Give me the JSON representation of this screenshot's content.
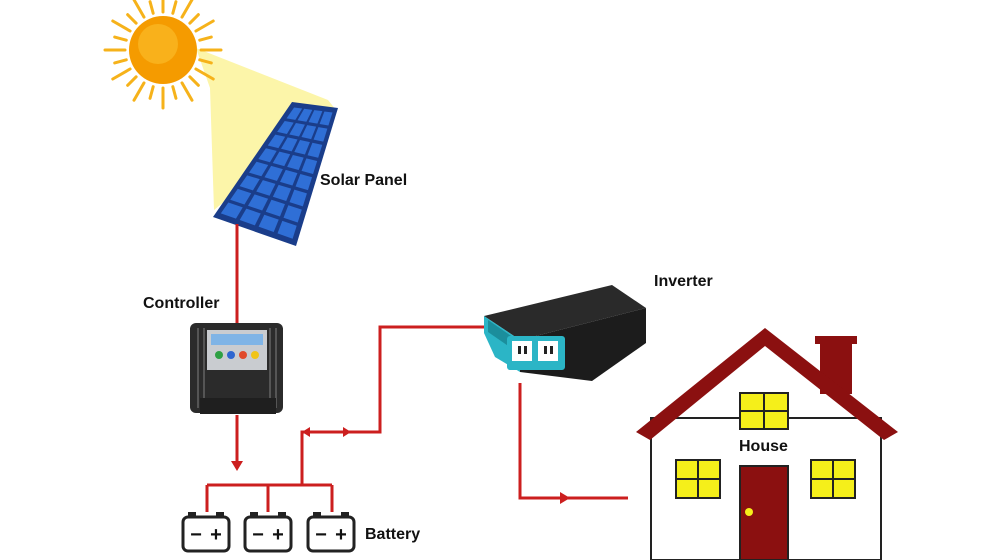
{
  "labels": {
    "solar_panel": "Solar Panel",
    "controller": "Controller",
    "inverter": "Inverter",
    "house": "House",
    "battery": "Battery"
  },
  "battery_terminals": {
    "negative": "−",
    "positive": "+"
  },
  "colors": {
    "wire": "#cc1f1f",
    "sun": "#f7a600",
    "sun_rays": "#f6b21a",
    "light_beam": "#fbf39a",
    "panel_cell": "#2f6fd6",
    "panel_frame": "#1a3d8a",
    "controller_body": "#2b2b2b",
    "inverter_body": "#1c1c1c",
    "inverter_accent": "#2bb5c6",
    "roof": "#8b1010",
    "house_wall": "#ffffff",
    "window": "#f5ef1a",
    "door": "#8b1010"
  },
  "icons": [
    "sun-icon",
    "solar-panel-icon",
    "controller-icon",
    "inverter-icon",
    "house-icon",
    "battery-icon"
  ]
}
